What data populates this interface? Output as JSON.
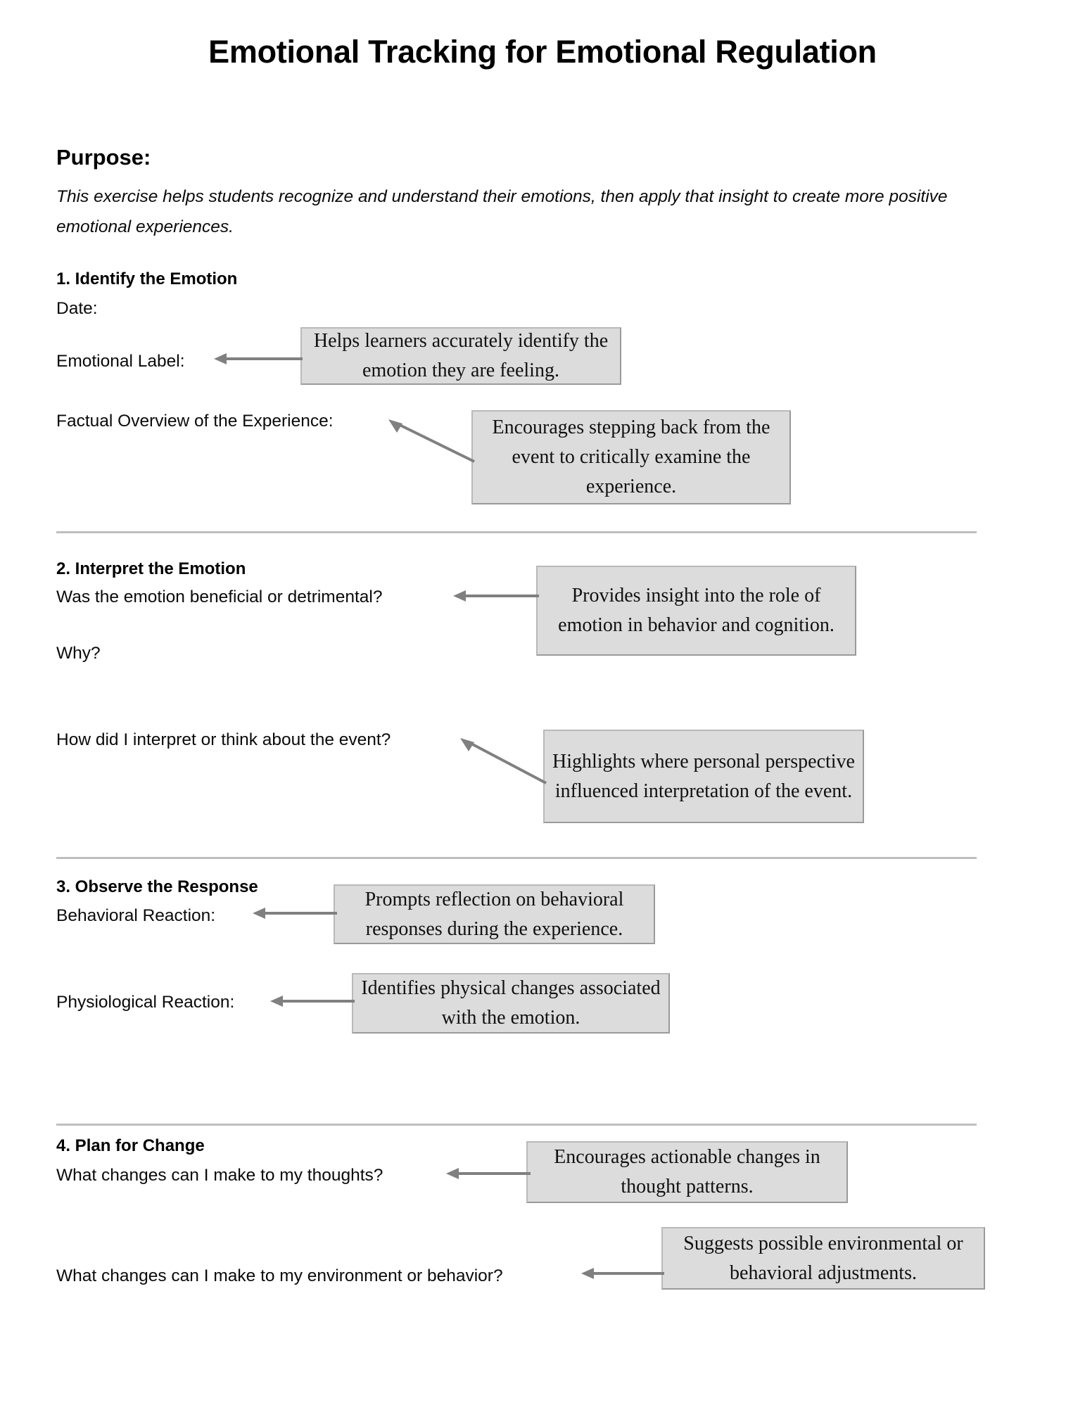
{
  "document": {
    "title": "Emotional Tracking for Emotional Regulation",
    "purpose_heading": "Purpose:",
    "purpose_text": "This exercise helps students recognize and understand their emotions, then apply that insight to create more positive emotional experiences.",
    "colors": {
      "page_background": "#ffffff",
      "text": "#000000",
      "callout_fill": "#dcdcdc",
      "callout_border": "#9a9a9a",
      "arrow": "#808080",
      "divider": "#bfbfbf"
    }
  },
  "sections": [
    {
      "heading": "1. Identify the Emotion",
      "prompts": [
        {
          "label": "Date:"
        },
        {
          "label": "Emotional Label:"
        },
        {
          "label": "Factual Overview of the Experience:"
        }
      ],
      "callouts": [
        {
          "text": "Helps learners accurately identify the emotion they are feeling."
        },
        {
          "text": "Encourages stepping back from the event to critically examine the experience."
        }
      ]
    },
    {
      "heading": "2. Interpret the Emotion",
      "prompts": [
        {
          "label": "Was the emotion beneficial or detrimental?"
        },
        {
          "label": "Why?"
        },
        {
          "label": "How did I interpret or think about the event?"
        }
      ],
      "callouts": [
        {
          "text": "Provides insight into the role of emotion in behavior and cognition."
        },
        {
          "text": "Highlights where personal perspective influenced interpretation of the event."
        }
      ]
    },
    {
      "heading": "3. Observe the Response",
      "prompts": [
        {
          "label": "Behavioral Reaction:"
        },
        {
          "label": "Physiological Reaction:"
        }
      ],
      "callouts": [
        {
          "text": "Prompts reflection on behavioral responses during the experience."
        },
        {
          "text": "Identifies physical changes associated with the emotion."
        }
      ]
    },
    {
      "heading": "4. Plan for Change",
      "prompts": [
        {
          "label": "What changes can I make to my thoughts?"
        },
        {
          "label": "What changes can I make to my environment or behavior?"
        }
      ],
      "callouts": [
        {
          "text": "Encourages actionable changes in thought patterns."
        },
        {
          "text": "Suggests possible environmental or behavioral adjustments."
        }
      ]
    }
  ]
}
